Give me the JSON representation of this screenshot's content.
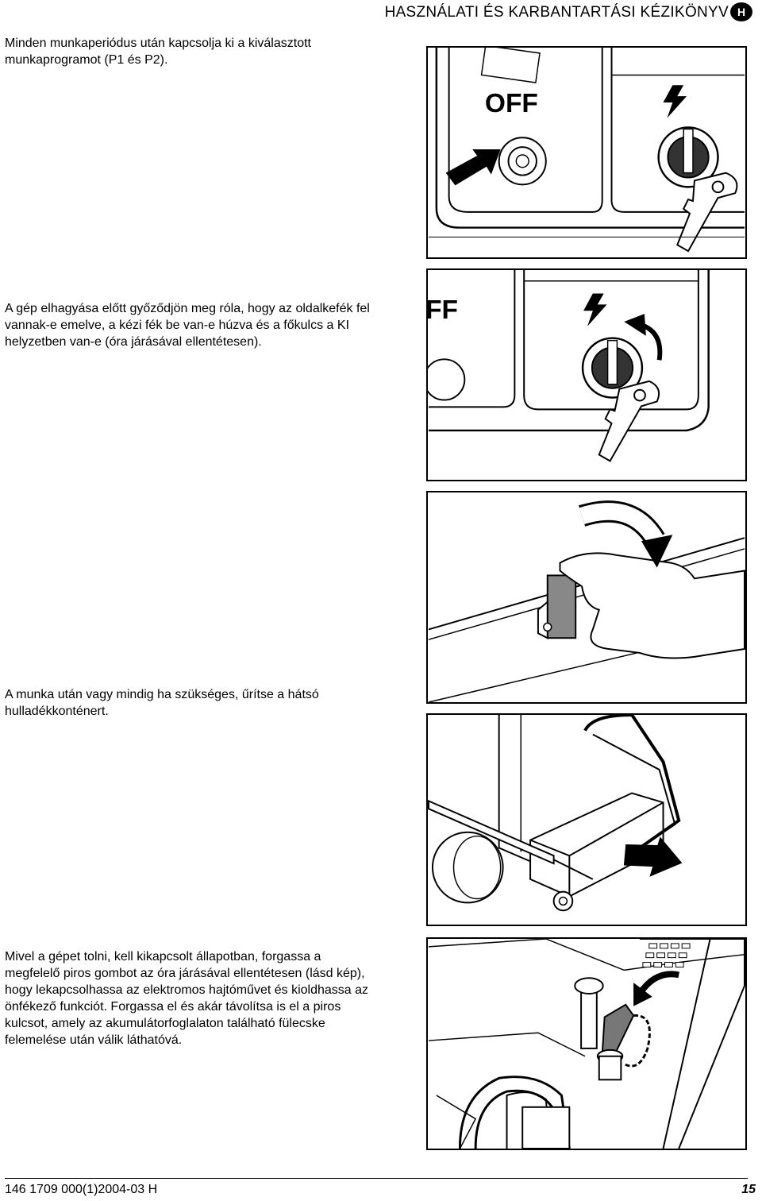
{
  "header": {
    "title": "HASZNÁLATI ÉS KARBANTARTÁSI KÉZIKÖNYV",
    "lang": "H"
  },
  "sections": [
    {
      "text": "Minden munkaperiódus után kapcsolja ki a kiválasztott munkaprogramot (P1 és P2)."
    },
    {
      "text": "A gép elhagyása előtt győződjön meg róla, hogy az oldalkefék fel vannak-e emelve, a kézi fék be van-e húzva és a főkulcs a KI helyzetben van-e (óra járásával ellentétesen)."
    },
    {
      "text": "A munka után vagy mindig ha szükséges, űrítse a hátsó hulladékkonténert."
    },
    {
      "text": "Mivel a gépet tolni, kell kikapcsolt állapotban, forgassa a megfelelő piros gombot az óra járásával ellentétesen (lásd kép), hogy lekapcsolhassa az elektromos hajtóművet és kioldhassa az önfékező funkciót. Forgassa el és akár távolítsa is el a piros kulcsot, amely az akumulátorfoglalaton található fülecske felemelése után válik láthatóvá."
    }
  ],
  "figures": {
    "fig1_label": "OFF",
    "fig2_label": "FF"
  },
  "footer": {
    "code": "146 1709 000(1)2004-03 H",
    "page": "15"
  }
}
